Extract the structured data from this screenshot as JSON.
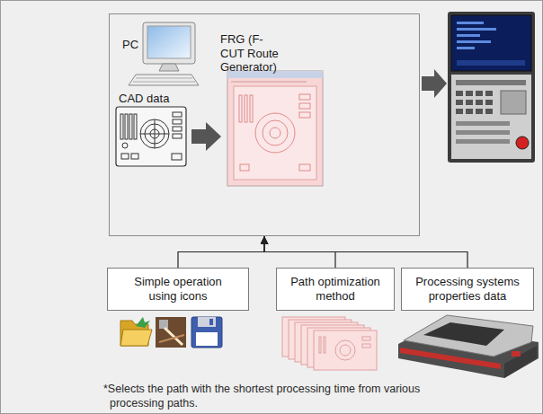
{
  "diagram": {
    "nodes": [
      {
        "text": [
          "PC",
          "CAD data",
          "FRG (F-CUT Route Generator)"
        ]
      },
      {
        "text": [
          "Simple operation using icons"
        ]
      },
      {
        "text": [
          "Path optimization method"
        ]
      },
      {
        "text": [
          "Processing systems properties data"
        ]
      }
    ],
    "edges": [
      {
        "from": 1,
        "to": 0,
        "arrow": "to"
      },
      {
        "from": 2,
        "to": 0,
        "arrow": "to"
      },
      {
        "from": 3,
        "to": 0,
        "arrow": "to"
      }
    ],
    "labels": [
      "*Selects the path with the shortest processing time from various processing paths."
    ]
  }
}
